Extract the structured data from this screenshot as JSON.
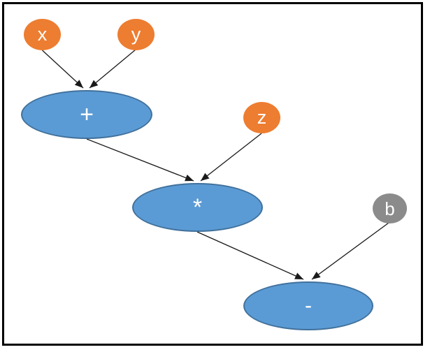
{
  "diagram": {
    "kind": "expression-computation-graph",
    "colors": {
      "input_fill": "#ED7D31",
      "param_fill": "#8B8B8B",
      "op_fill": "#5B9BD5",
      "op_border": "#41719C",
      "edge": "#1A1A1A",
      "frame_border": "#000000",
      "label_text": "#FFFFFF",
      "background": "#FFFFFF"
    },
    "nodes": {
      "x": {
        "label": "x",
        "type": "input"
      },
      "y": {
        "label": "y",
        "type": "input"
      },
      "z": {
        "label": "z",
        "type": "input"
      },
      "b": {
        "label": "b",
        "type": "param"
      },
      "plus": {
        "label": "+",
        "type": "operation"
      },
      "times": {
        "label": "*",
        "type": "operation"
      },
      "minus": {
        "label": "-",
        "type": "operation"
      }
    },
    "edges": [
      {
        "from": "x",
        "to": "plus"
      },
      {
        "from": "y",
        "to": "plus"
      },
      {
        "from": "plus",
        "to": "times"
      },
      {
        "from": "z",
        "to": "times"
      },
      {
        "from": "times",
        "to": "minus"
      },
      {
        "from": "b",
        "to": "minus"
      }
    ]
  }
}
